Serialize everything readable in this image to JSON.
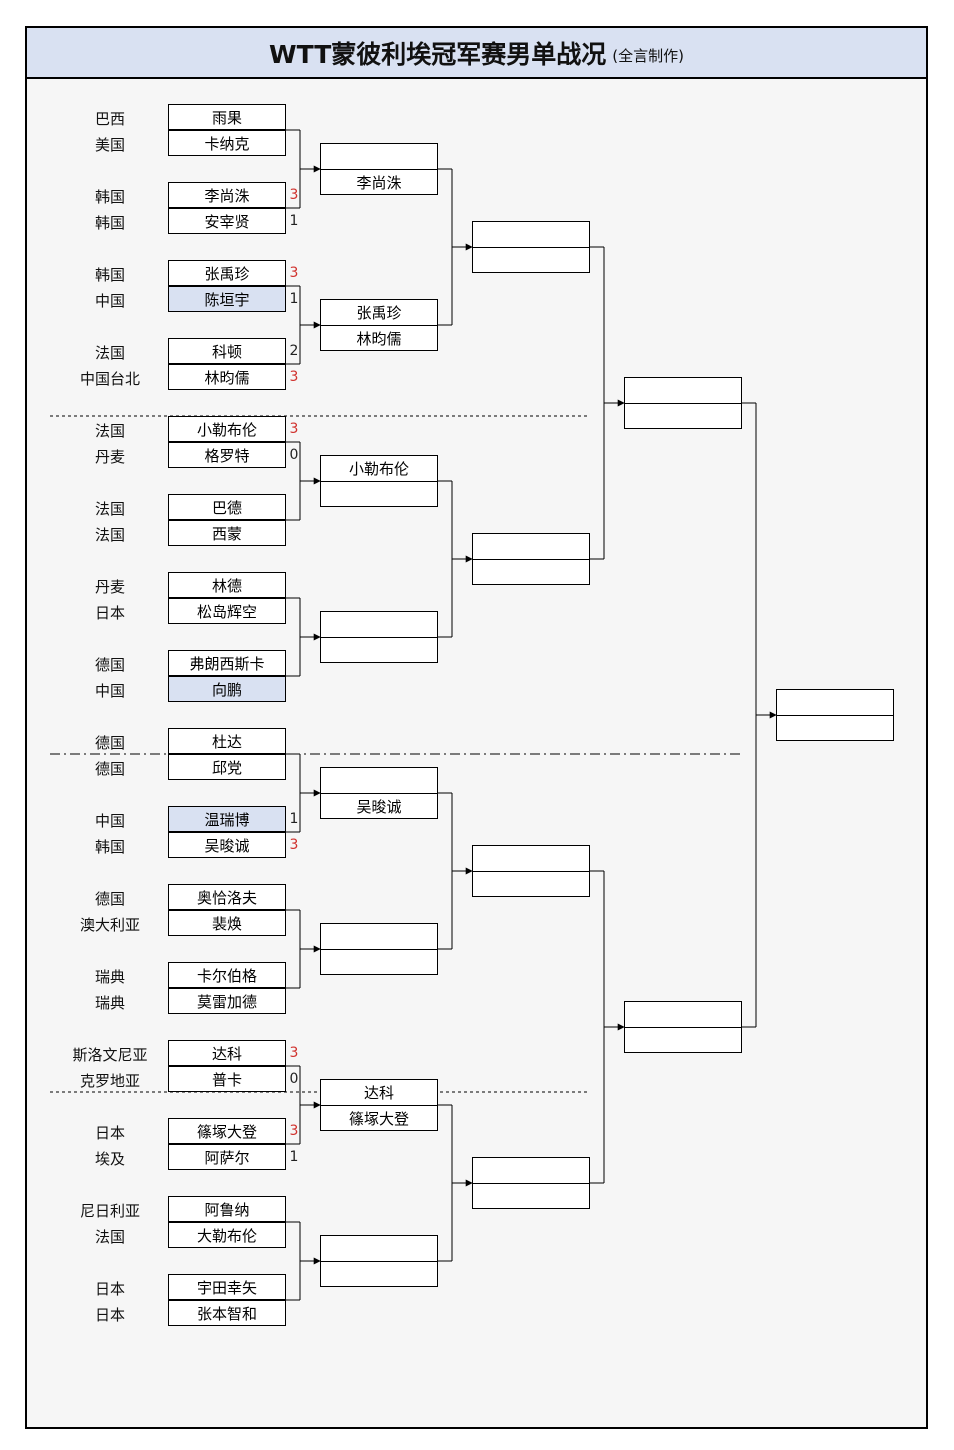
{
  "title": "WTT蒙彼利埃冠军赛男单战况",
  "subtitle": "(全言制作)",
  "colors": {
    "header_bg": "#d9e1f2",
    "china_highlight": "#d9e1f2",
    "winner_score": "#d0312d"
  },
  "round1": [
    {
      "nations": [
        "巴西",
        "美国"
      ],
      "players": [
        "雨果",
        "卡纳克"
      ],
      "scores": [
        null,
        null
      ],
      "china": [
        false,
        false
      ]
    },
    {
      "nations": [
        "韩国",
        "韩国"
      ],
      "players": [
        "李尚洙",
        "安宰贤"
      ],
      "scores": [
        "3",
        "1"
      ],
      "china": [
        false,
        false
      ]
    },
    {
      "nations": [
        "韩国",
        "中国"
      ],
      "players": [
        "张禹珍",
        "陈垣宇"
      ],
      "scores": [
        "3",
        "1"
      ],
      "china": [
        false,
        true
      ]
    },
    {
      "nations": [
        "法国",
        "中国台北"
      ],
      "players": [
        "科顿",
        "林昀儒"
      ],
      "scores": [
        "2",
        "3"
      ],
      "china": [
        false,
        false
      ]
    },
    {
      "nations": [
        "法国",
        "丹麦"
      ],
      "players": [
        "小勒布伦",
        "格罗特"
      ],
      "scores": [
        "3",
        "0"
      ],
      "china": [
        false,
        false
      ]
    },
    {
      "nations": [
        "法国",
        "法国"
      ],
      "players": [
        "巴德",
        "西蒙"
      ],
      "scores": [
        null,
        null
      ],
      "china": [
        false,
        false
      ]
    },
    {
      "nations": [
        "丹麦",
        "日本"
      ],
      "players": [
        "林德",
        "松岛辉空"
      ],
      "scores": [
        null,
        null
      ],
      "china": [
        false,
        false
      ]
    },
    {
      "nations": [
        "德国",
        "中国"
      ],
      "players": [
        "弗朗西斯卡",
        "向鹏"
      ],
      "scores": [
        null,
        null
      ],
      "china": [
        false,
        true
      ]
    },
    {
      "nations": [
        "德国",
        "德国"
      ],
      "players": [
        "杜达",
        "邱党"
      ],
      "scores": [
        null,
        null
      ],
      "china": [
        false,
        false
      ]
    },
    {
      "nations": [
        "中国",
        "韩国"
      ],
      "players": [
        "温瑞博",
        "吴晙诚"
      ],
      "scores": [
        "1",
        "3"
      ],
      "china": [
        true,
        false
      ]
    },
    {
      "nations": [
        "德国",
        "澳大利亚"
      ],
      "players": [
        "奥恰洛夫",
        "裴焕"
      ],
      "scores": [
        null,
        null
      ],
      "china": [
        false,
        false
      ]
    },
    {
      "nations": [
        "瑞典",
        "瑞典"
      ],
      "players": [
        "卡尔伯格",
        "莫雷加德"
      ],
      "scores": [
        null,
        null
      ],
      "china": [
        false,
        false
      ]
    },
    {
      "nations": [
        "斯洛文尼亚",
        "克罗地亚"
      ],
      "players": [
        "达科",
        "普卡"
      ],
      "scores": [
        "3",
        "0"
      ],
      "china": [
        false,
        false
      ]
    },
    {
      "nations": [
        "日本",
        "埃及"
      ],
      "players": [
        "篠塚大登",
        "阿萨尔"
      ],
      "scores": [
        "3",
        "1"
      ],
      "china": [
        false,
        false
      ]
    },
    {
      "nations": [
        "尼日利亚",
        "法国"
      ],
      "players": [
        "阿鲁纳",
        "大勒布伦"
      ],
      "scores": [
        null,
        null
      ],
      "china": [
        false,
        false
      ]
    },
    {
      "nations": [
        "日本",
        "日本"
      ],
      "players": [
        "宇田幸矢",
        "张本智和"
      ],
      "scores": [
        null,
        null
      ],
      "china": [
        false,
        false
      ]
    }
  ],
  "round2": [
    [
      "",
      "李尚洙"
    ],
    [
      "张禹珍",
      "林昀儒"
    ],
    [
      "小勒布伦",
      ""
    ],
    [
      "",
      ""
    ],
    [
      "",
      "吴晙诚"
    ],
    [
      "",
      ""
    ],
    [
      "达科",
      "篠塚大登"
    ],
    [
      "",
      ""
    ]
  ],
  "quarterfinals": [
    [
      "",
      ""
    ],
    [
      "",
      ""
    ],
    [
      "",
      ""
    ],
    [
      "",
      ""
    ]
  ],
  "semifinals": [
    [
      "",
      ""
    ],
    [
      "",
      ""
    ]
  ],
  "final": [
    "",
    ""
  ]
}
